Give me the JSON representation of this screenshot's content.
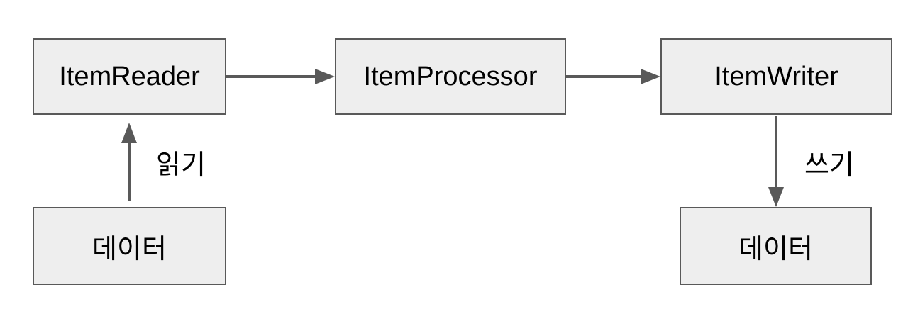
{
  "diagram": {
    "nodes": {
      "item_reader": "ItemReader",
      "item_processor": "ItemProcessor",
      "item_writer": "ItemWriter",
      "data_source": "데이터",
      "data_target": "데이터"
    },
    "edges": {
      "read_label": "읽기",
      "write_label": "쓰기"
    },
    "colors": {
      "box_fill": "#eeeeee",
      "box_border": "#595959",
      "arrow": "#595959",
      "text": "#000000"
    }
  }
}
